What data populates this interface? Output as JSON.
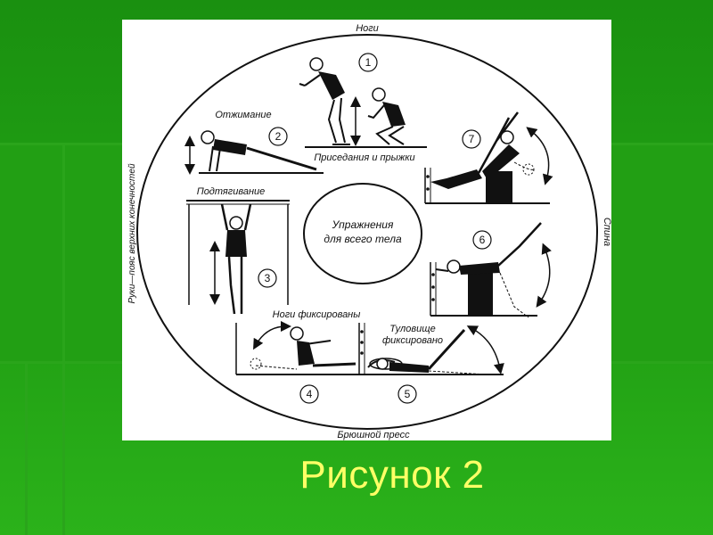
{
  "diagram": {
    "center_line1": "Упражнения",
    "center_line2": "для всего тела",
    "top_label": "Ноги",
    "bottom_label": "Брюшной пресс",
    "right_label": "Спина",
    "left_label": "Руки—пояс верхних конечностей",
    "exercises": [
      {
        "number": "1",
        "label": "Приседания и прыжки"
      },
      {
        "number": "2",
        "label": "Отжимание"
      },
      {
        "number": "3",
        "label": "Подтягивание"
      },
      {
        "number": "4",
        "label": "Ноги фиксированы"
      },
      {
        "number": "5",
        "label_line1": "Туловище",
        "label_line2": "фиксировано"
      },
      {
        "number": "6"
      },
      {
        "number": "7"
      }
    ]
  },
  "caption": "Рисунок 2"
}
